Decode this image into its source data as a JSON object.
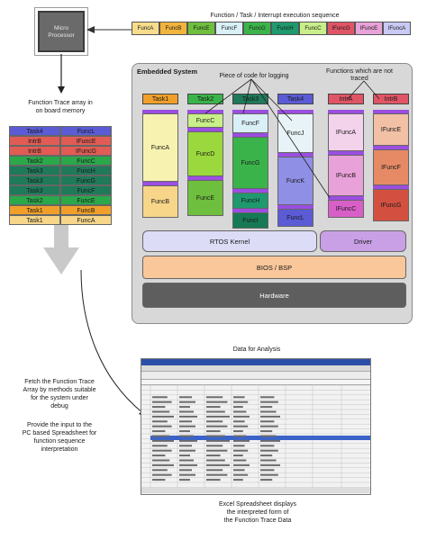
{
  "processor": {
    "label": "Micro\nProcessor"
  },
  "sequence": {
    "title": "Function / Task / Interrupt execution sequence",
    "cells": [
      {
        "label": "FuncA",
        "color": "#f7dc8c"
      },
      {
        "label": "FuncB",
        "color": "#f1b43c"
      },
      {
        "label": "FuncE",
        "color": "#6fbf3e"
      },
      {
        "label": "FuncF",
        "color": "#d9f0f7"
      },
      {
        "label": "FuncG",
        "color": "#3ab44a"
      },
      {
        "label": "FuncH",
        "color": "#1e9a6e"
      },
      {
        "label": "FuncC",
        "color": "#c9ef8a"
      },
      {
        "label": "IFuncG",
        "color": "#e05566"
      },
      {
        "label": "IFuncE",
        "color": "#e9a2d9"
      },
      {
        "label": "IFuncA",
        "color": "#c9c9f5"
      }
    ]
  },
  "trace": {
    "title": "Function Trace array in\non board memory",
    "rows": [
      {
        "task": "Task4",
        "func": "FuncL",
        "tcolor": "#5b5bd6",
        "fcolor": "#5b5bd6"
      },
      {
        "task": "IntrB",
        "func": "IFuncE",
        "tcolor": "#e15c54",
        "fcolor": "#e15c54"
      },
      {
        "task": "IntrB",
        "func": "IFuncG",
        "tcolor": "#e15c54",
        "fcolor": "#e15c54"
      },
      {
        "task": "Task2",
        "func": "FuncC",
        "tcolor": "#2aa84a",
        "fcolor": "#2aa84a"
      },
      {
        "task": "Task3",
        "func": "FuncH",
        "tcolor": "#1f7a5a",
        "fcolor": "#1f7a5a"
      },
      {
        "task": "Task3",
        "func": "FuncG",
        "tcolor": "#1f7a5a",
        "fcolor": "#1f7a5a"
      },
      {
        "task": "Task3",
        "func": "FuncF",
        "tcolor": "#1f7a5a",
        "fcolor": "#1f7a5a"
      },
      {
        "task": "Task2",
        "func": "FuncE",
        "tcolor": "#2aa84a",
        "fcolor": "#2aa84a"
      },
      {
        "task": "Task1",
        "func": "FuncB",
        "tcolor": "#f0a02a",
        "fcolor": "#f0a02a"
      },
      {
        "task": "Task1",
        "func": "FuncA",
        "tcolor": "#f7d68a",
        "fcolor": "#f7d68a"
      }
    ]
  },
  "system": {
    "title": "Embedded System",
    "logging_note": "Piece of code for logging",
    "not_traced_note": "Functions which are not\ntraced",
    "tasks": [
      {
        "label": "Task1",
        "color": "#f0a02a",
        "funcs": [
          {
            "label": "FuncA",
            "color": "#f7f2b0",
            "h": 76
          },
          {
            "label": "FuncB",
            "color": "#f7d68a",
            "h": 36
          }
        ]
      },
      {
        "label": "Task2",
        "color": "#3ab44a",
        "funcs": [
          {
            "label": "FuncC",
            "color": "#c9ef8a",
            "h": 16
          },
          {
            "label": "FuncD",
            "color": "#9ad83e",
            "h": 50
          },
          {
            "label": "FuncE",
            "color": "#6fbf3e",
            "h": 40
          }
        ]
      },
      {
        "label": "Task3",
        "color": "#1f7a5a",
        "funcs": [
          {
            "label": "FuncF",
            "color": "#d9f0f7",
            "h": 22
          },
          {
            "label": "FuncG",
            "color": "#3ab44a",
            "h": 58
          },
          {
            "label": "FuncH",
            "color": "#1e9a6e",
            "h": 18
          },
          {
            "label": "FuncI",
            "color": "#167a55",
            "h": 18
          }
        ]
      },
      {
        "label": "Task4",
        "color": "#5b5bd6",
        "funcs": [
          {
            "label": "FuncJ",
            "color": "#e8f3f7",
            "h": 44
          },
          {
            "label": "FuncK",
            "color": "#8f8fe6",
            "h": 54
          },
          {
            "label": "FuncL",
            "color": "#5b5bd6",
            "h": 20
          }
        ]
      },
      {
        "label": "IntrA",
        "color": "#e05566",
        "funcs": [
          {
            "label": "IFuncA",
            "color": "#f3d3ec",
            "h": 42
          },
          {
            "label": "IFuncB",
            "color": "#e9a2d9",
            "h": 46
          },
          {
            "label": "IFuncC",
            "color": "#d95fc8",
            "h": 20
          }
        ]
      },
      {
        "label": "IntrB",
        "color": "#e05566",
        "funcs": [
          {
            "label": "IFuncE",
            "color": "#f1c0a5",
            "h": 36
          },
          {
            "label": "IFuncF",
            "color": "#e68a66",
            "h": 40
          },
          {
            "label": "IFuncG",
            "color": "#d35040",
            "h": 36
          }
        ]
      }
    ],
    "rtos": "RTOS Kernel",
    "driver": "Driver",
    "bios": "BIOS / BSP",
    "hardware": "Hardware"
  },
  "analysis": {
    "title": "Data for Analysis",
    "sheet_caption": "Excel Spreadsheet displays\nthe interpreted form of\nthe Function Trace Data",
    "left_note_1": "Fetch the Function Trace\nArray by methods suitable\nfor the system under\ndebug",
    "left_note_2": "Provide the input to the\nPC based Spreadsheet for\nfunction sequence\ninterpretation"
  }
}
